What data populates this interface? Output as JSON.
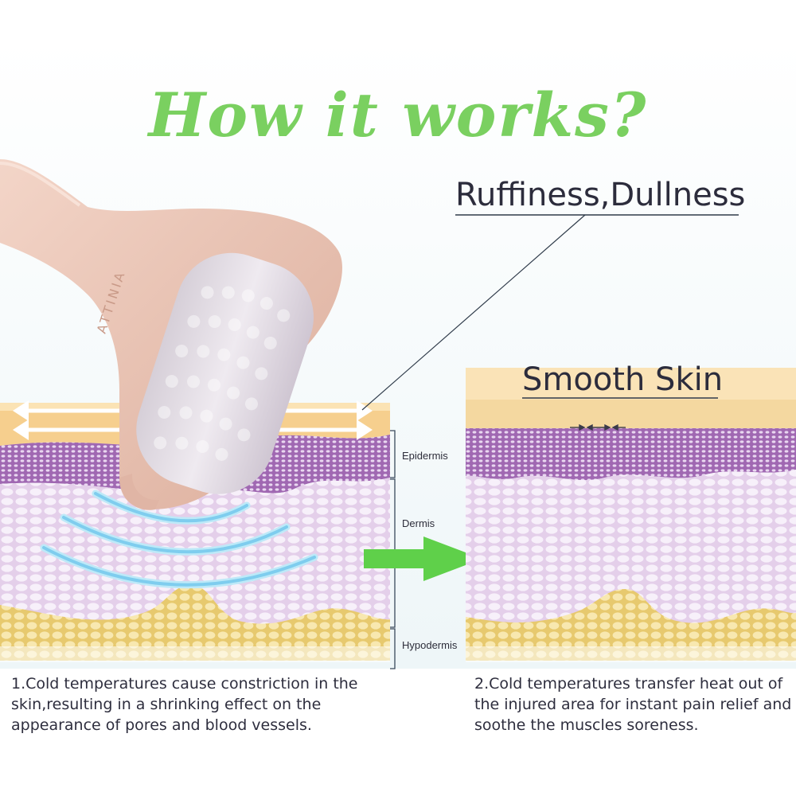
{
  "title": "How it works?",
  "callouts": {
    "rough": "Ruffiness,Dullness",
    "smooth": "Smooth Skin"
  },
  "layers": {
    "epidermis": "Epidermis",
    "dermis": "Dermis",
    "hypodermis": "Hypodermis"
  },
  "roller_brand": "ATTINIA",
  "captions": {
    "left": "1.Cold temperatures cause constriction in the skin,resulting in a shrinking effect on the appearance of pores and blood vessels.",
    "right": "2.Cold temperatures transfer heat out of the injured area for instant pain relief and soothe the muscles soreness."
  },
  "colors": {
    "title": "#7ad060",
    "surface": "#f6cf8e",
    "epidermis": "#a06ab0",
    "dermis": "#e6d2ec",
    "hypodermis": "#f0d98e",
    "roller_handle": "#e9c3b4",
    "cold_waves": "#8fd6f2",
    "arrow": "#5fd04a"
  },
  "icons": [
    "horizontal-double-arrow-icon",
    "compression-arrows-icon",
    "right-arrow-icon"
  ]
}
